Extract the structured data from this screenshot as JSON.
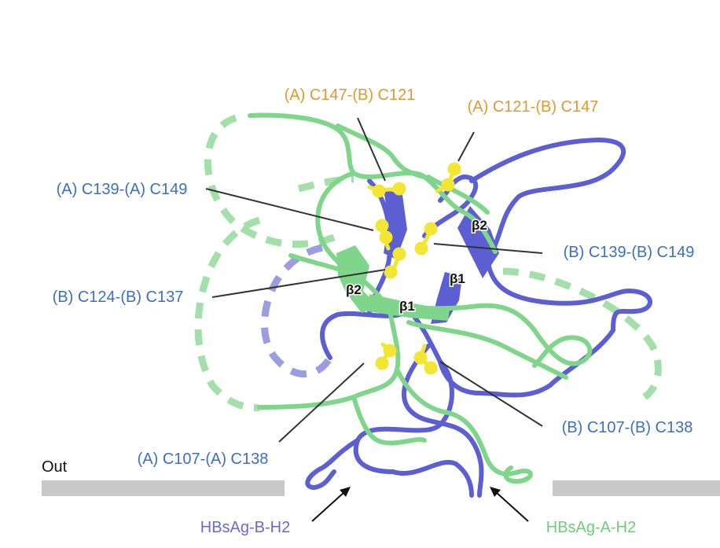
{
  "colors": {
    "chain_a": "#7fd68a",
    "chain_b": "#5b5fd2",
    "disulfide": "#f2e533",
    "label_interchain": "#e09a2c",
    "label_intrachain": "#3b6fc4",
    "membrane": "#c8c8c8",
    "leader_line": "#333333"
  },
  "labels": {
    "ss_a147_b121": "(A) C147-(B) C121",
    "ss_a121_b147": "(A) C121-(B) C147",
    "ss_a139_a149": "(A) C139-(A) C149",
    "ss_b139_b149": "(B) C139-(B) C149",
    "ss_b124_b137": "(B) C124-(B) C137",
    "ss_b107_b138": "(B) C107-(B) C138",
    "ss_a107_a138": "(A) C107-(A) C138"
  },
  "strands": {
    "b2_upper_right": "β2",
    "b1_right": "β1",
    "b2_left": "β2",
    "b1_center": "β1"
  },
  "membrane": {
    "side_label": "Out"
  },
  "chains": {
    "b_label": "HBsAg-B-H2",
    "a_label": "HBsAg-A-H2"
  }
}
